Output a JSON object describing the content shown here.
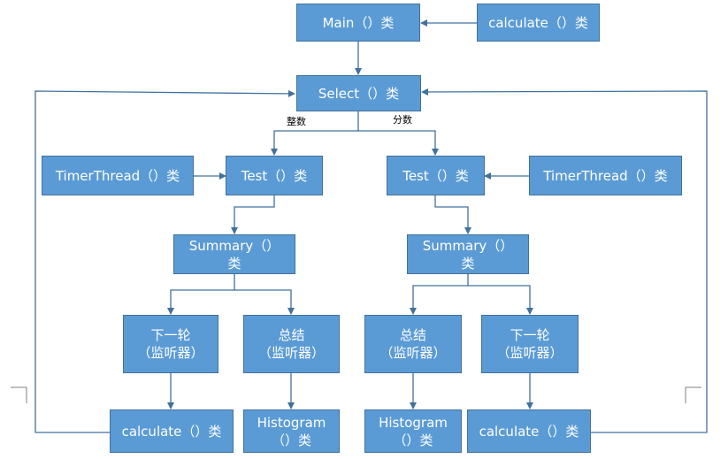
{
  "nodes": {
    "main": "Main（）类",
    "calculate_top": "calculate（）类",
    "select": "Select（）类",
    "timer_left": "TimerThread（）类",
    "test_left": "Test（）类",
    "test_right": "Test（）类",
    "timer_right": "TimerThread（）类",
    "summary_left": "Summary（）\n类",
    "summary_right": "Summary（）\n类",
    "next_left": "下一轮\n（监听器）",
    "conclude_left": "总结\n（监听器）",
    "conclude_right": "总结\n（监听器）",
    "next_right": "下一轮\n（监听器）",
    "calculate_bottom_left": "calculate（）类",
    "histogram_left": "Histogram\n（）类",
    "histogram_right": "Histogram\n（）类",
    "calculate_bottom_right": "calculate（）类"
  },
  "edge_labels": {
    "integer": "整数",
    "fraction": "分数"
  },
  "colors": {
    "node_fill": "#5b9bd5",
    "node_border": "#41719c",
    "connector": "#41719c"
  }
}
